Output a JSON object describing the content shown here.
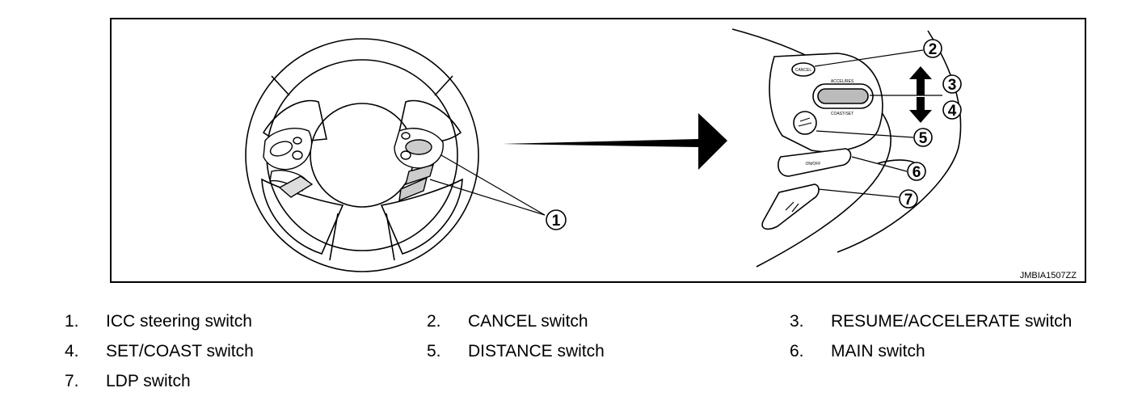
{
  "figure": {
    "image_code": "JMBIA1507ZZ",
    "callouts": [
      "1",
      "2",
      "3",
      "4",
      "5",
      "6",
      "7"
    ],
    "switch_labels": {
      "cancel": "CANCEL",
      "accel_res": "ACCEL/RES",
      "coast_set": "COAST/SET",
      "on_off": "ON/OFF"
    }
  },
  "legend": [
    {
      "num": "1.",
      "text": "ICC steering switch"
    },
    {
      "num": "2.",
      "text": "CANCEL switch"
    },
    {
      "num": "3.",
      "text": "RESUME/ACCELERATE switch"
    },
    {
      "num": "4.",
      "text": "SET/COAST switch"
    },
    {
      "num": "5.",
      "text": "DISTANCE switch"
    },
    {
      "num": "6.",
      "text": "MAIN switch"
    },
    {
      "num": "7.",
      "text": "LDP switch"
    }
  ]
}
